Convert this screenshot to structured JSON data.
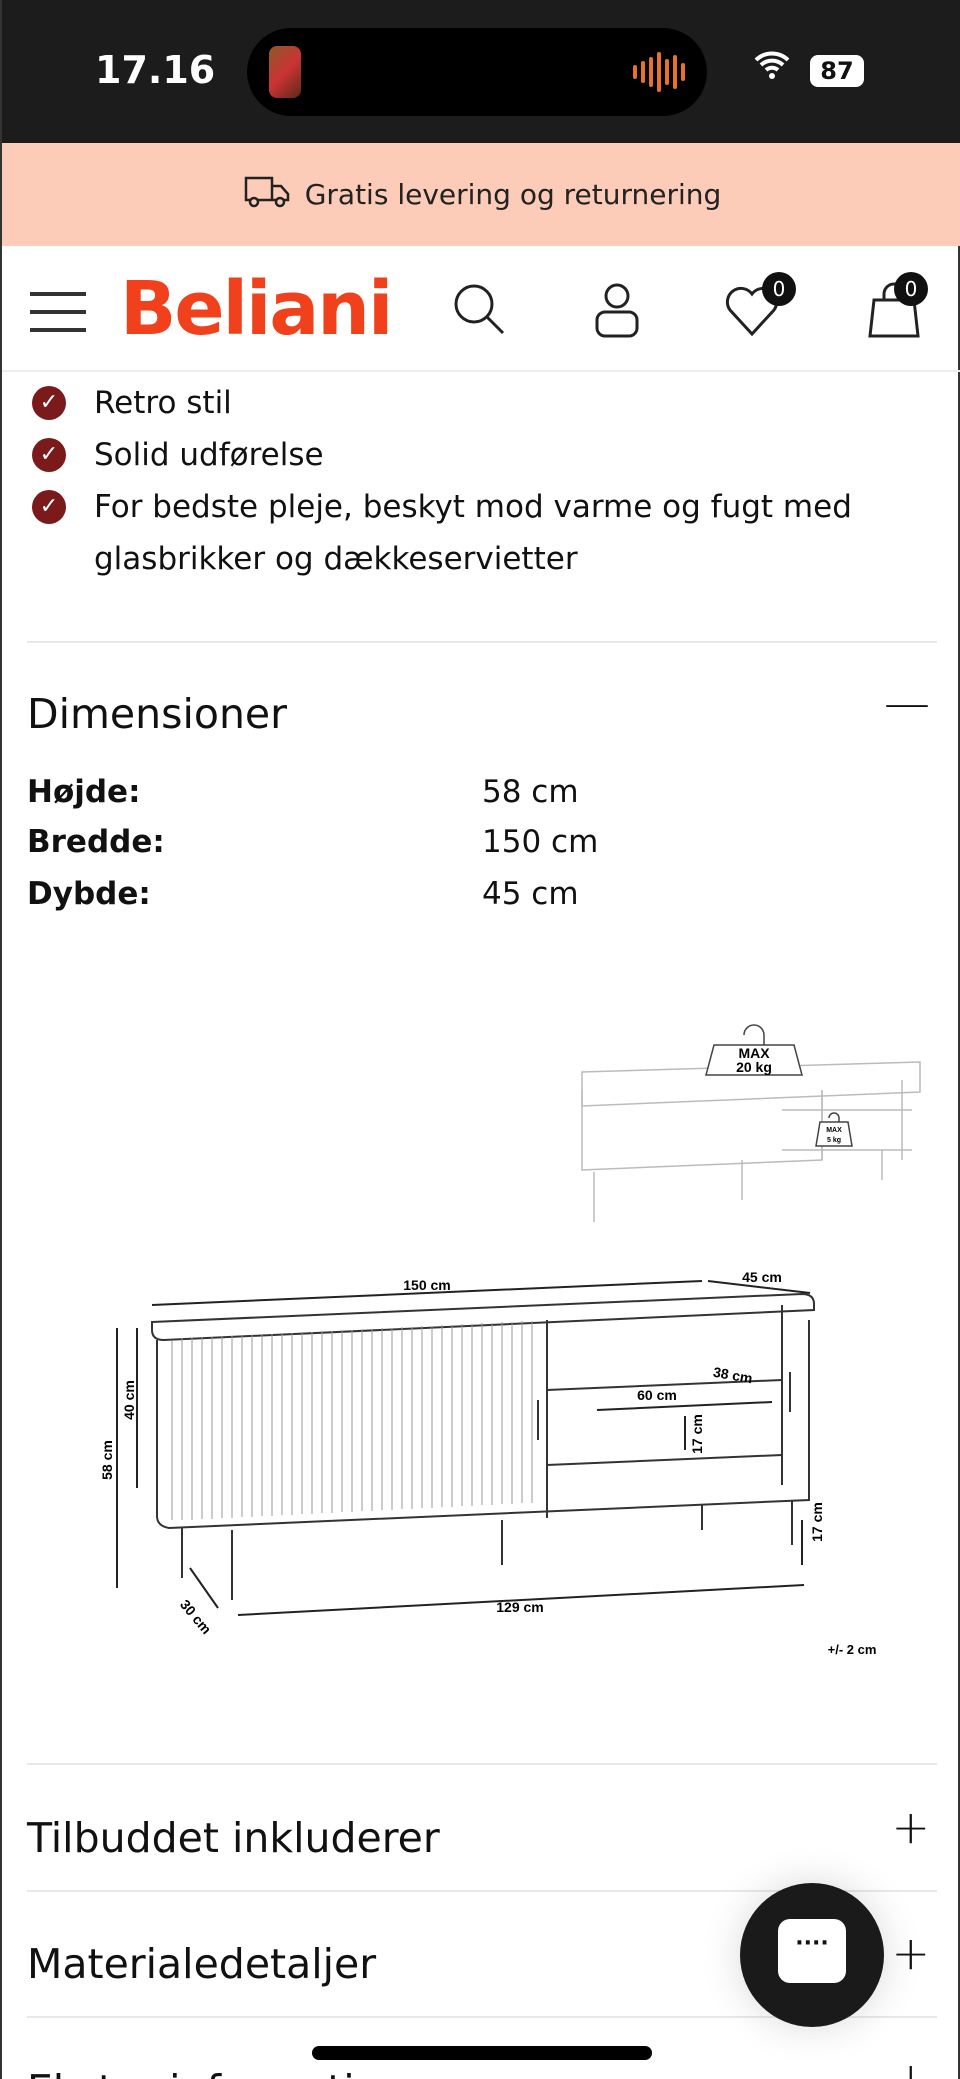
{
  "status_bar": {
    "time": "17.16",
    "battery": "87",
    "wifi_icon": "wifi-icon"
  },
  "banner": {
    "text": "Gratis levering og returnering",
    "icon": "truck-icon"
  },
  "header": {
    "logo": "Beliani",
    "wishlist_count": "0",
    "cart_count": "0",
    "brand_color": "#f0401c"
  },
  "features": [
    {
      "text": "Retro stil"
    },
    {
      "text": "Solid udførelse"
    },
    {
      "text": "For bedste pleje, beskyt mod varme og fugt med glasbrikker og dækkeservietter"
    }
  ],
  "dimensions": {
    "title": "Dimensioner",
    "toggle": "—",
    "rows": [
      {
        "label": "Højde:",
        "value": "58 cm"
      },
      {
        "label": "Bredde:",
        "value": "150 cm"
      },
      {
        "label": "Dybde:",
        "value": "45 cm"
      }
    ]
  },
  "diagram": {
    "max_top": "MAX",
    "max_top_weight": "20 kg",
    "max_shelf": "MAX",
    "max_shelf_weight": "5 kg",
    "width": "150 cm",
    "depth": "45 cm",
    "height": "58 cm",
    "cabinet_height": "40 cm",
    "shelf_depth": "38 cm",
    "shelf_width": "60 cm",
    "shelf_height": "17 cm",
    "leg_height": "17 cm",
    "leg_span": "129 cm",
    "leg_depth": "30 cm",
    "tolerance": "+/- 2 cm"
  },
  "accordions": [
    {
      "title": "Tilbuddet inkluderer",
      "toggle": "+"
    },
    {
      "title": "Materialedetaljer",
      "toggle": "+"
    },
    {
      "title": "Ekstra information",
      "toggle": "+"
    }
  ],
  "chat": {
    "icon": "chat-icon",
    "dots": "····"
  }
}
